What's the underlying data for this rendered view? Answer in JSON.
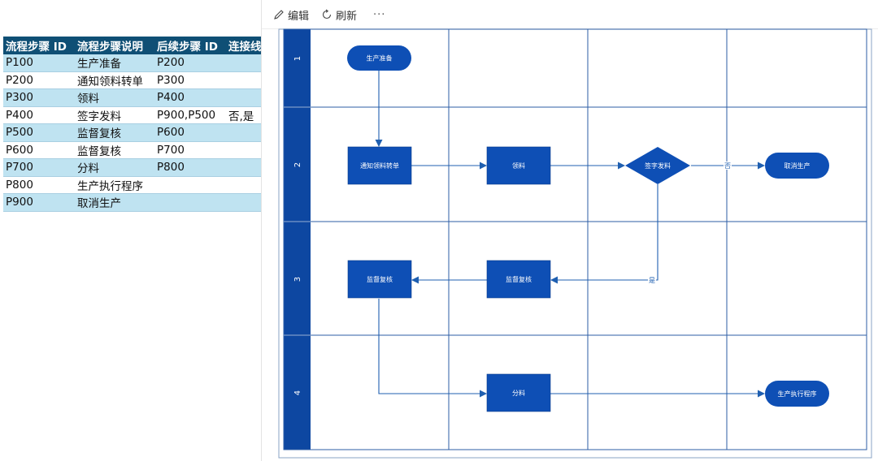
{
  "toolbar": {
    "edit_label": "编辑",
    "refresh_label": "刷新",
    "more_label": "···"
  },
  "table": {
    "headers": [
      "流程步骤 ID",
      "流程步骤说明",
      "后续步骤 ID",
      "连接线"
    ],
    "rows": [
      [
        "P100",
        "生产准备",
        "P200",
        ""
      ],
      [
        "P200",
        "通知领料转单",
        "P300",
        ""
      ],
      [
        "P300",
        "领料",
        "P400",
        ""
      ],
      [
        "P400",
        "签字发料",
        "P900,P500",
        "否,是"
      ],
      [
        "P500",
        "监督复核",
        "P600",
        ""
      ],
      [
        "P600",
        "监督复核",
        "P700",
        ""
      ],
      [
        "P700",
        "分料",
        "P800",
        ""
      ],
      [
        "P800",
        "生产执行程序",
        "",
        ""
      ],
      [
        "P900",
        "取消生产",
        "",
        ""
      ]
    ]
  },
  "diagram": {
    "lanes": [
      "1",
      "2",
      "3",
      "4"
    ],
    "nodes": [
      {
        "id": "P100",
        "label": "生产准备",
        "shape": "terminator"
      },
      {
        "id": "P200",
        "label": "通知领料转单",
        "shape": "process"
      },
      {
        "id": "P300",
        "label": "领料",
        "shape": "process"
      },
      {
        "id": "P400",
        "label": "签字发料",
        "shape": "decision"
      },
      {
        "id": "P900",
        "label": "取消生产",
        "shape": "terminator"
      },
      {
        "id": "P600",
        "label": "监督复核",
        "shape": "process"
      },
      {
        "id": "P500",
        "label": "监督复核",
        "shape": "process"
      },
      {
        "id": "P700",
        "label": "分料",
        "shape": "process"
      },
      {
        "id": "P800",
        "label": "生产执行程序",
        "shape": "terminator"
      }
    ],
    "edge_labels": {
      "no": "否",
      "yes": "是"
    },
    "colors": {
      "shape_fill": "#0e4fb5",
      "lane_header": "#0d47a1",
      "line": "#1f5fb0",
      "grid": "#2c5ea6"
    }
  }
}
